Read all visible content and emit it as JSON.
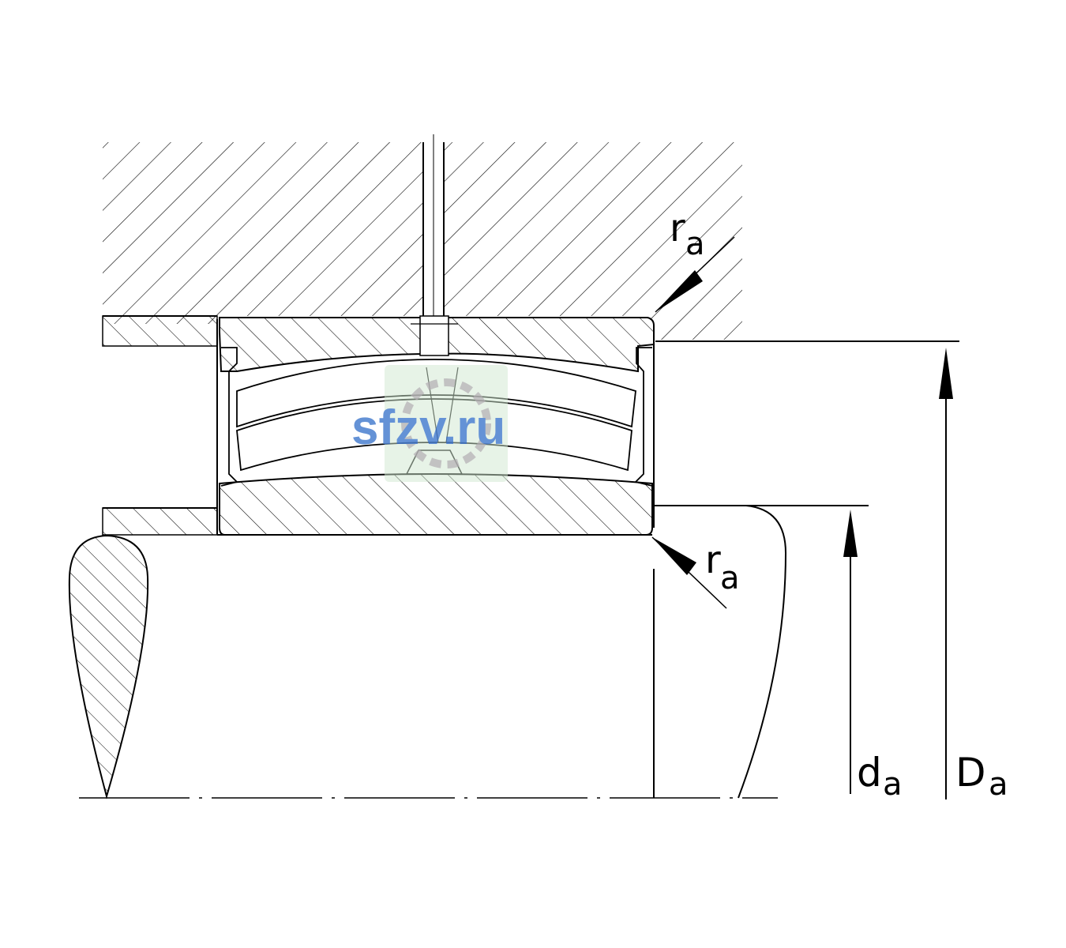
{
  "labels": {
    "ra_top": {
      "main": "r",
      "sub": "a"
    },
    "ra_bottom": {
      "main": "r",
      "sub": "a"
    },
    "da": {
      "main": "d",
      "sub": "a"
    },
    "Da": {
      "main": "D",
      "sub": "a"
    }
  },
  "watermark": {
    "text": "sfzv.ru"
  },
  "colors": {
    "line": "#000000",
    "background": "#ffffff",
    "watermark_text": "#4a7fcf",
    "watermark_badge": "#cfe6cf"
  }
}
